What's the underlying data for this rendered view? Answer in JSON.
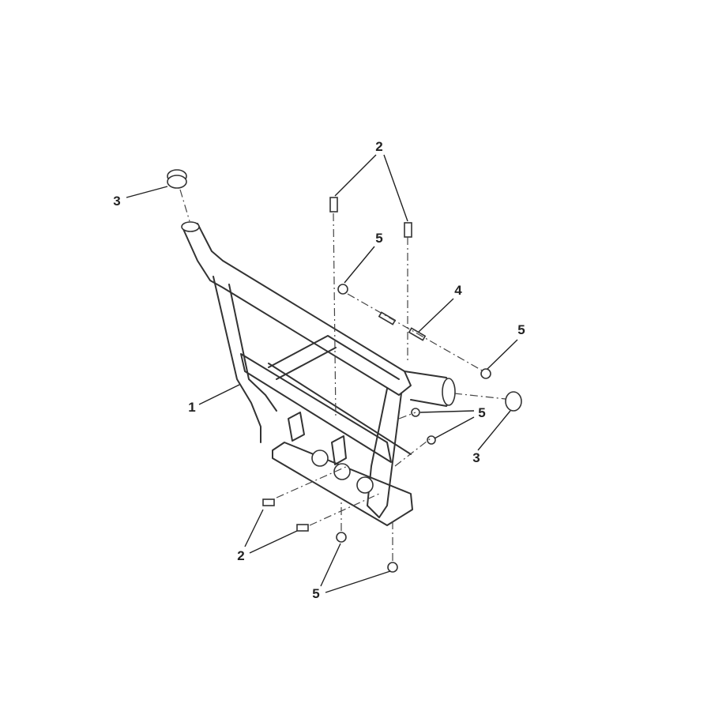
{
  "diagram": {
    "type": "exploded parts diagram",
    "callouts": [
      {
        "id": "c3a",
        "label": "3"
      },
      {
        "id": "c2a",
        "label": "2"
      },
      {
        "id": "c5a",
        "label": "5"
      },
      {
        "id": "c4",
        "label": "4"
      },
      {
        "id": "c5b",
        "label": "5"
      },
      {
        "id": "c1",
        "label": "1"
      },
      {
        "id": "c5c",
        "label": "5"
      },
      {
        "id": "c3b",
        "label": "3"
      },
      {
        "id": "c2b",
        "label": "2"
      },
      {
        "id": "c5d",
        "label": "5"
      }
    ]
  }
}
